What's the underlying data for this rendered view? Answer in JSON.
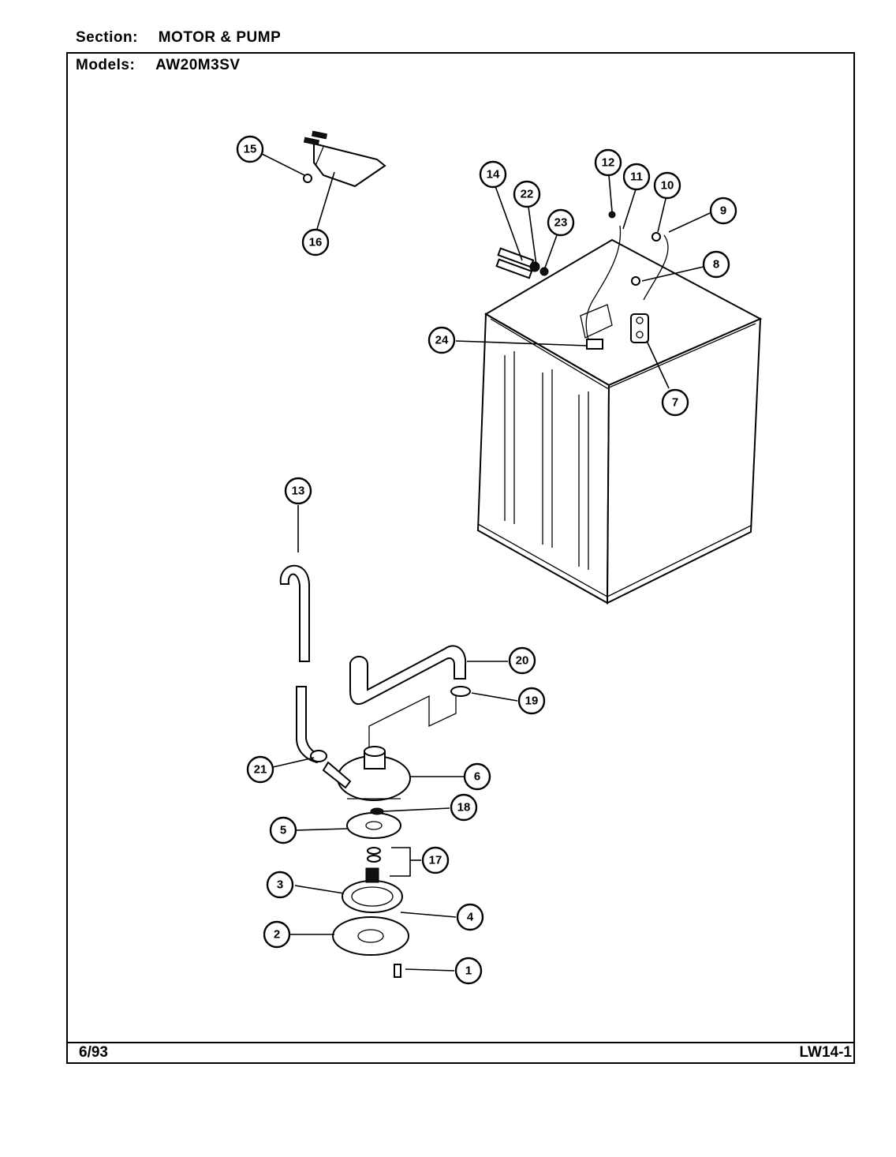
{
  "header": {
    "section_label": "Section:",
    "section_value": "MOTOR & PUMP",
    "models_label": "Models:",
    "models_value": "AW20M3SV"
  },
  "footer": {
    "date": "6/93",
    "code": "LW14-1"
  },
  "callouts": [
    "1",
    "2",
    "3",
    "4",
    "5",
    "6",
    "7",
    "8",
    "9",
    "10",
    "11",
    "12",
    "13",
    "14",
    "15",
    "16",
    "17",
    "18",
    "19",
    "20",
    "21",
    "22",
    "23",
    "24"
  ]
}
